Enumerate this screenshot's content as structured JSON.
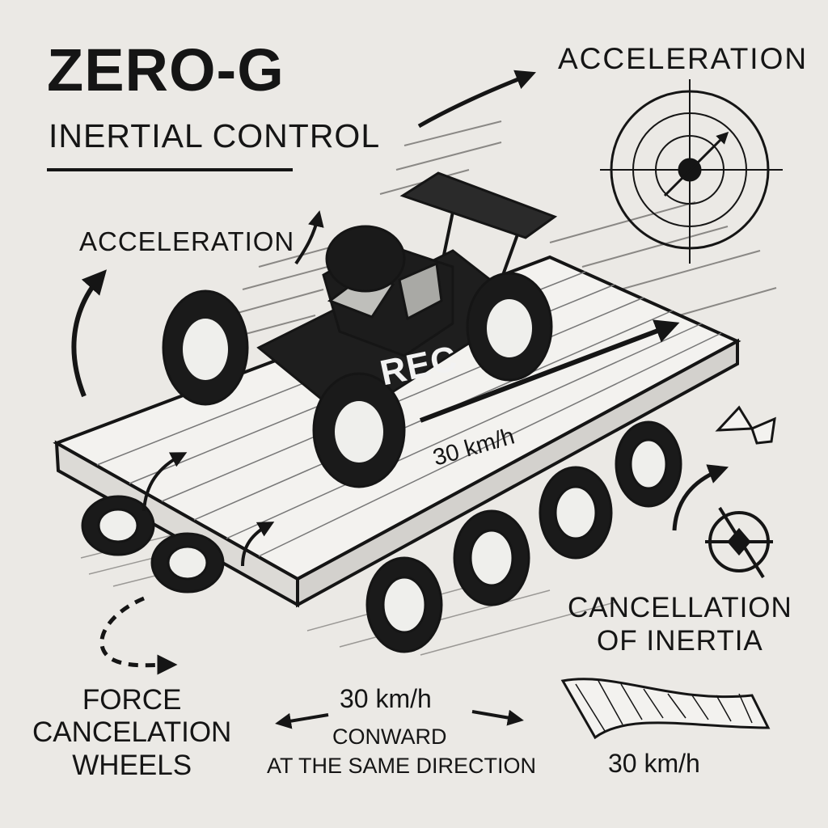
{
  "header": {
    "title": "ZERO-G",
    "subtitle": "INERTIAL CONTROL"
  },
  "labels": {
    "acceleration_top": "ACCELERATION",
    "acceleration_left": "ACCELERATION",
    "vehicle_badge": "REC",
    "deck_speed": "30 km/h",
    "cancellation_line1": "CANCELLATION",
    "cancellation_line2": "OF INERTIA",
    "force_line1": "FORCE",
    "force_line2": "CANCELATION",
    "force_line3": "WHEELS",
    "bottom_speed": "30 km/h",
    "bottom_conward": "CONWARD",
    "bottom_direction": "AT THE SAME DIRECTION",
    "bottom_right_speed": "30 km/h"
  },
  "icons": [
    "acceleration-arrow-icon",
    "target-dial-icon",
    "crosshair-diamond-icon",
    "flag-icon",
    "curved-arrow-icon",
    "dashed-arrow-icon",
    "double-headed-arrow-icon",
    "speed-wave-icon"
  ],
  "colors": {
    "ink": "#151515",
    "paper": "#ebe9e5",
    "hatch": "#8a8885"
  }
}
